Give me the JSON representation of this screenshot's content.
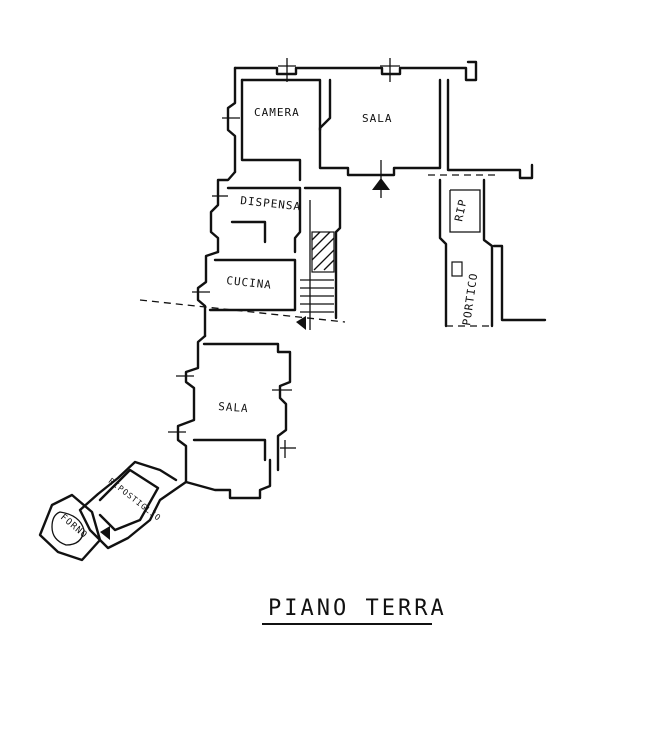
{
  "plan": {
    "title": "PIANO TERRA",
    "rooms": {
      "camera": "CAMERA",
      "sala_upper": "SALA",
      "dispensa": "DISPENSA",
      "cucina": "CUCINA",
      "sala_lower": "SALA",
      "ripostiglio_small": "RIP",
      "portico": "PORTICO",
      "ripostiglio": "RIPOSTIGLIO",
      "forno": "FORNO"
    }
  }
}
